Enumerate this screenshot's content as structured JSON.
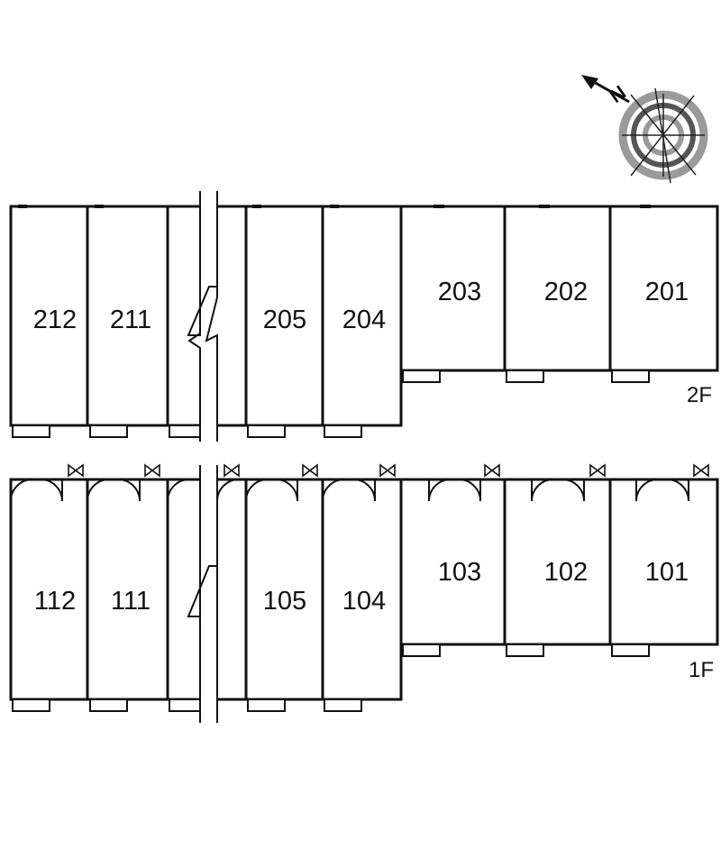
{
  "compass": {
    "north_label": "N"
  },
  "floors": [
    {
      "id": "2f",
      "label": "2F",
      "units": [
        {
          "number": "212"
        },
        {
          "number": "211"
        },
        {
          "number": ""
        },
        {
          "number": "205"
        },
        {
          "number": "204"
        },
        {
          "number": "203"
        },
        {
          "number": "202"
        },
        {
          "number": "201"
        }
      ]
    },
    {
      "id": "1f",
      "label": "1F",
      "units": [
        {
          "number": "112"
        },
        {
          "number": "111"
        },
        {
          "number": ""
        },
        {
          "number": "105"
        },
        {
          "number": "104"
        },
        {
          "number": "103"
        },
        {
          "number": "102"
        },
        {
          "number": "101"
        }
      ]
    }
  ]
}
